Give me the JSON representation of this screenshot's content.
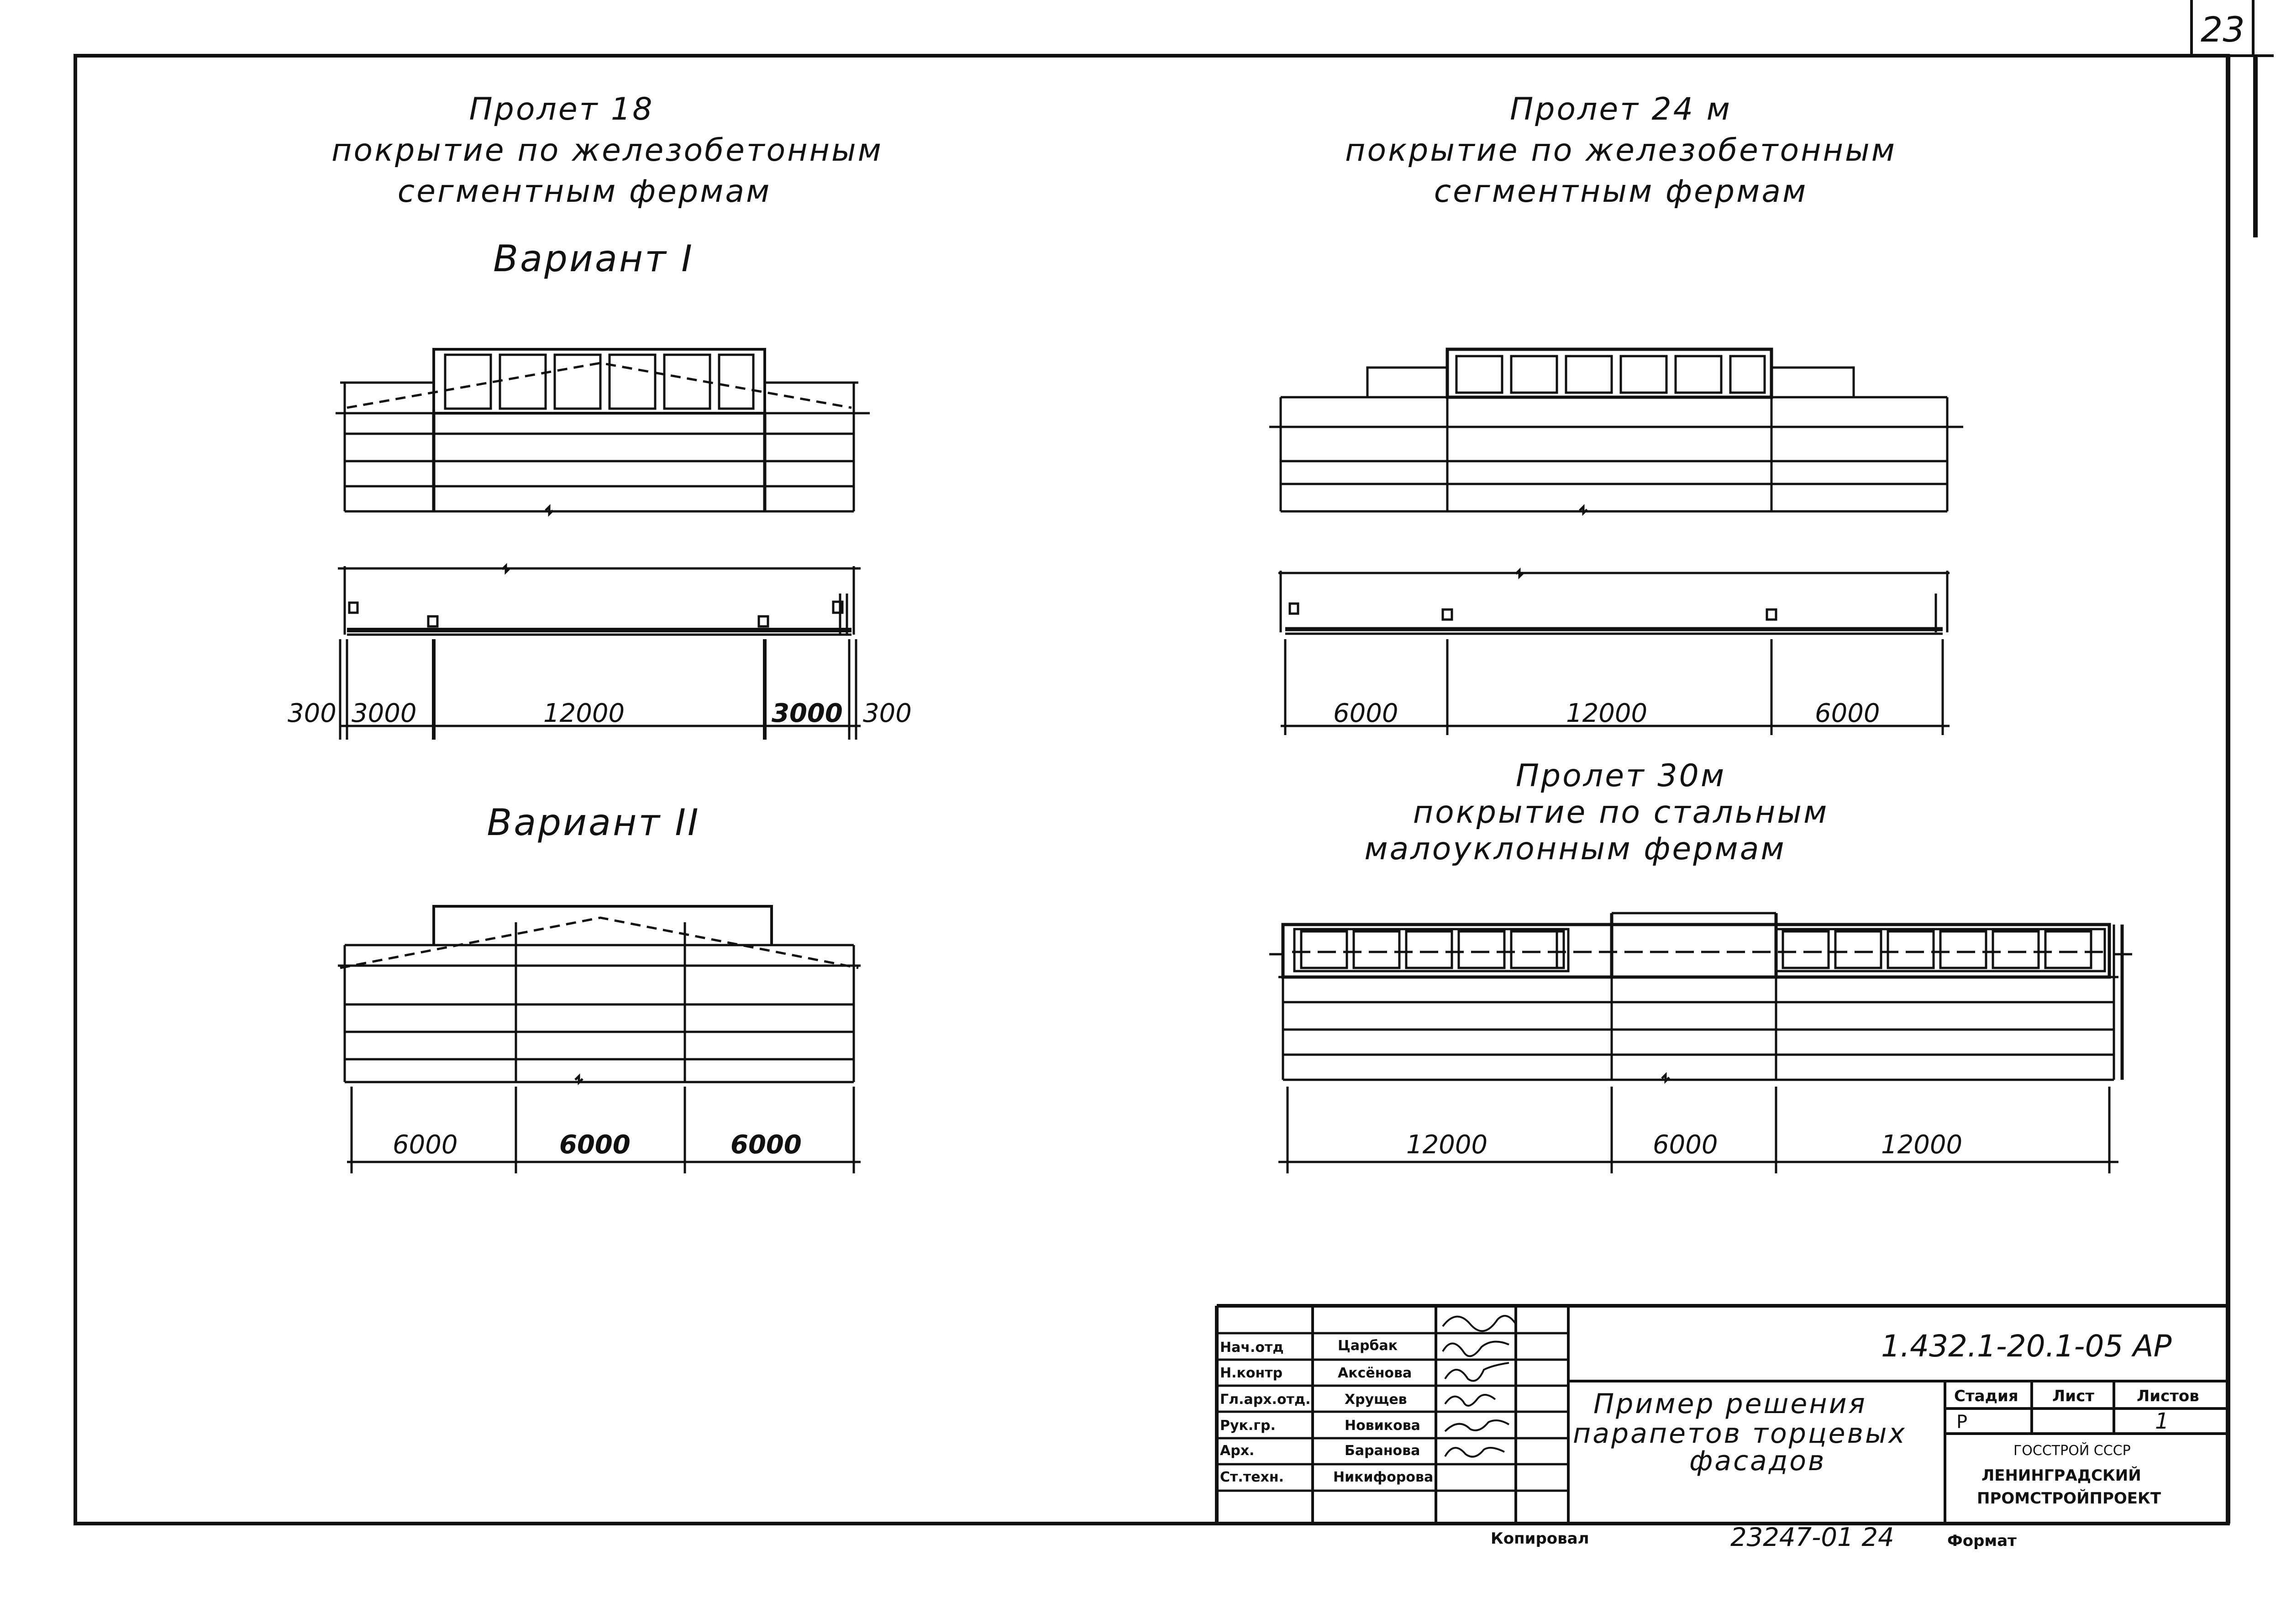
{
  "sheet_number": "23",
  "left": {
    "title": [
      "Пролет 18",
      "покрытие   по железобетонным",
      "сегментным   фермам"
    ],
    "variant1": "Вариант I",
    "variant2": "Вариант II",
    "dims_v1": [
      "300",
      "3000",
      "12000",
      "3000",
      "300"
    ],
    "dims_v2": [
      "6000",
      "6000",
      "6000"
    ]
  },
  "right": {
    "title24": [
      "Пролет 24 м",
      "покрытие по железобетонным",
      "сегментным  фермам"
    ],
    "dims24": [
      "6000",
      "12000",
      "6000"
    ],
    "title30": [
      "Пролет 30м",
      "покрытие   по   стальным",
      "малоуклонным    фермам"
    ],
    "dims30": [
      "12000",
      "6000",
      "12000"
    ]
  },
  "title_block": {
    "code": "1.432.1-20.1-05 АР",
    "rows": [
      {
        "role": "Нач.отд",
        "name": "Царбак"
      },
      {
        "role": "Н.контр",
        "name": "Аксёнова"
      },
      {
        "role": "Гл.арх.отд.",
        "name": "Хрущев"
      },
      {
        "role": "Рук.гр.",
        "name": "Новикова"
      },
      {
        "role": "Арх.",
        "name": "Баранова"
      },
      {
        "role": "Ст.техн.",
        "name": "Никифорова"
      }
    ],
    "description": [
      "Пример решения",
      "парапетов торцевых",
      "фасадов"
    ],
    "stage_header": "Стадия",
    "sheet_header": "Лист",
    "sheets_header": "Листов",
    "stage": "Р",
    "sheets": "1",
    "org": [
      "ГОССТРОЙ СССР",
      "ЛЕНИНГРАДСКИЙ",
      "ПРОМСТРОЙПРОЕКТ"
    ]
  },
  "footer": {
    "copied": "Копировал",
    "order": "23247-01 24",
    "format": "Формат"
  }
}
